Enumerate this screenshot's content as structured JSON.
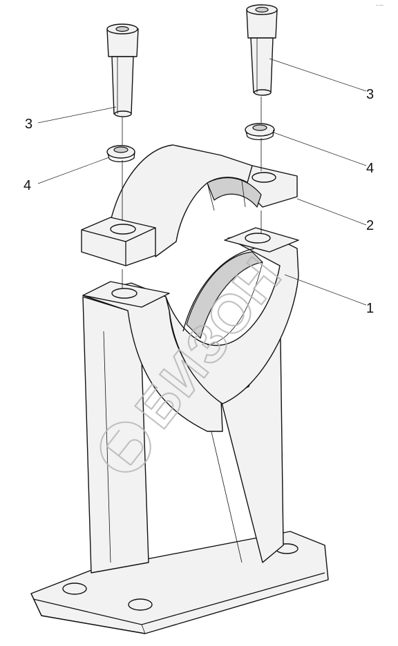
{
  "callouts": [
    {
      "id": "3-left",
      "label": "3"
    },
    {
      "id": "3-right",
      "label": "3"
    },
    {
      "id": "4-left",
      "label": "4"
    },
    {
      "id": "4-right",
      "label": "4"
    },
    {
      "id": "2",
      "label": "2"
    },
    {
      "id": "1",
      "label": "1"
    }
  ],
  "watermark": {
    "text": "БИЗОН",
    "icon": "bizon-logo-icon"
  },
  "corner_mark": "⌐ ⌐⌐"
}
